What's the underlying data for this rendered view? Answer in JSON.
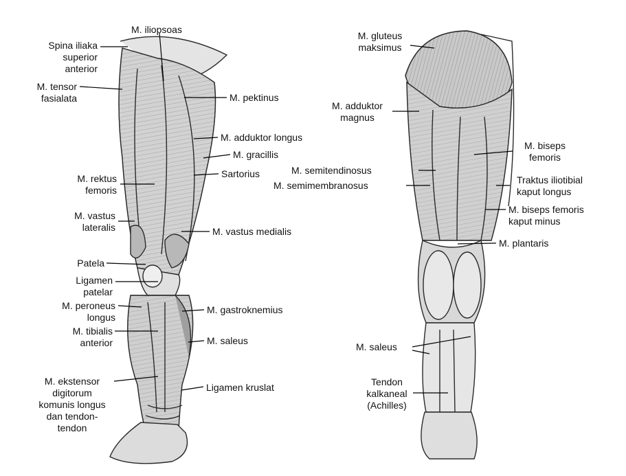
{
  "front": {
    "iliopsoas": "M. iliopsoas",
    "spina": "Spina iliaka\nsuperior\nanterior",
    "tensor": "M. tensor\nfasialata",
    "pektinus": "M. pektinus",
    "adduktor_longus": "M. adduktor longus",
    "gracillis": "M. gracillis",
    "sartorius": "Sartorius",
    "rektus": "M. rektus\nfemoris",
    "vastus_lateralis": "M. vastus\nlateralis",
    "vastus_medialis": "M. vastus medialis",
    "patela": "Patela",
    "ligamen_patelar": "Ligamen\npatelar",
    "peroneus": "M. peroneus\nlongus",
    "gastroknemius": "M. gastroknemius",
    "tibialis": "M. tibialis\nanterior",
    "saleus": "M. saleus",
    "ekstensor": "M. ekstensor\ndigitorum\nkomunis longus\ndan tendon-\ntendon",
    "kruslat": "Ligamen kruslat"
  },
  "back": {
    "gluteus": "M. gluteus\nmaksimus",
    "adduktor_magnus": "M. adduktor\nmagnus",
    "biseps": "M. biseps\nfemoris",
    "semitendinosus": "M. semitendinosus",
    "semimembranosus": "M. semimembranosus",
    "traktus": "Traktus iliotibial\nkaput longus",
    "biseps_minus": "M. biseps femoris\nkaput minus",
    "plantaris": "M. plantaris",
    "saleus": "M. saleus",
    "tendon": "Tendon\nkalkaneal\n(Achilles)"
  },
  "colors": {
    "outline": "#2a2a2a",
    "muscle": "#cfcfcf",
    "muscle_dark": "#9a9a9a",
    "leader": "#000000"
  }
}
